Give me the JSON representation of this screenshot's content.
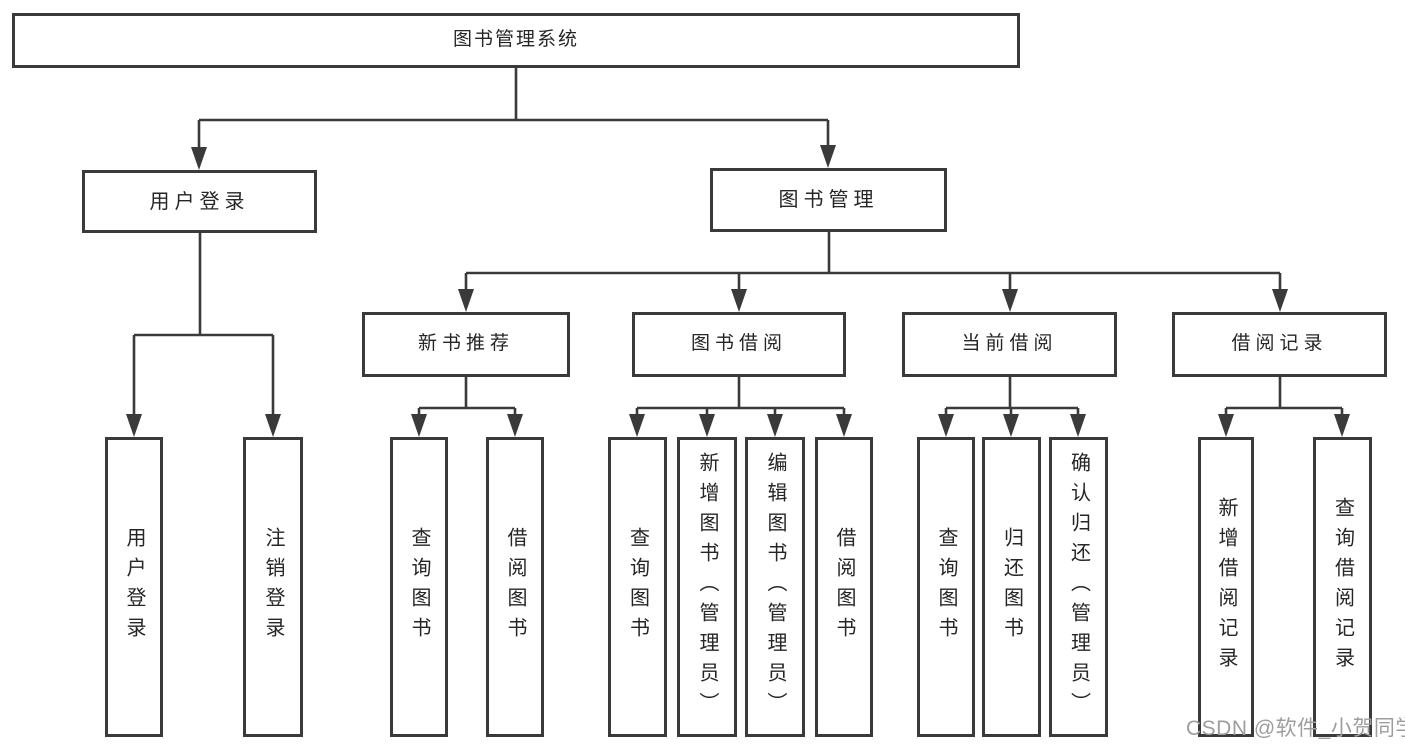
{
  "tree": {
    "label": "图书管理系统",
    "children": [
      {
        "label": "用户登录",
        "children": [
          {
            "label": "用户登录"
          },
          {
            "label": "注销登录"
          }
        ]
      },
      {
        "label": "图书管理",
        "children": [
          {
            "label": "新书推荐",
            "children": [
              {
                "label": "查询图书"
              },
              {
                "label": "借阅图书"
              }
            ]
          },
          {
            "label": "图书借阅",
            "children": [
              {
                "label": "查询图书"
              },
              {
                "label": "新增图书（管理员）"
              },
              {
                "label": "编辑图书（管理员）"
              },
              {
                "label": "借阅图书"
              }
            ]
          },
          {
            "label": "当前借阅",
            "children": [
              {
                "label": "查询图书"
              },
              {
                "label": "归还图书"
              },
              {
                "label": "确认归还（管理员）"
              }
            ]
          },
          {
            "label": "借阅记录",
            "children": [
              {
                "label": "新增借阅记录"
              },
              {
                "label": "查询借阅记录"
              }
            ]
          }
        ]
      }
    ]
  },
  "watermark": {
    "text": "CSDN @软件_小贺同学"
  },
  "colors": {
    "line": "#3a3a3a",
    "text": "#262626",
    "watermark": "#9e9e9e",
    "background": "#ffffff"
  }
}
